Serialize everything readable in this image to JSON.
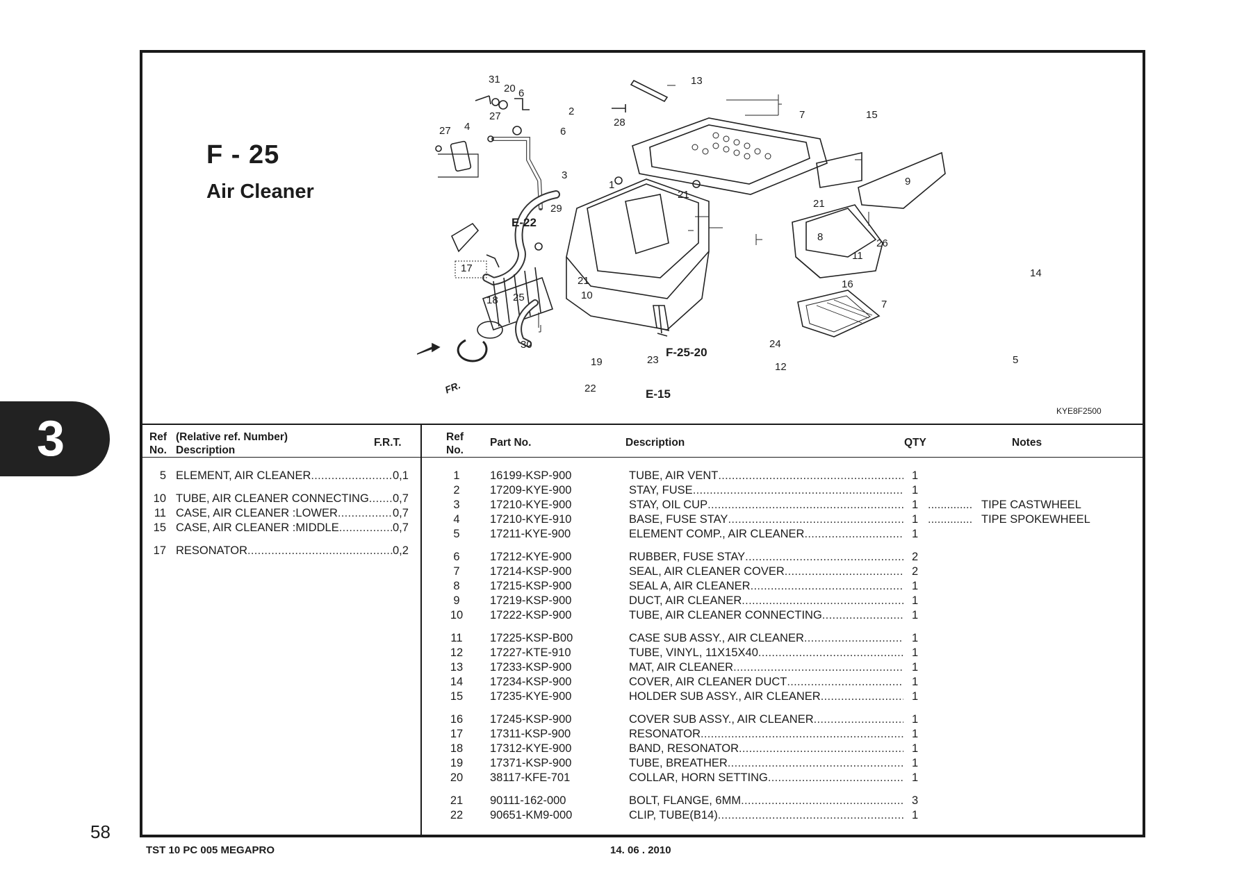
{
  "page": {
    "number": "58",
    "section_tab": "3",
    "footer_left": "TST 10 PC 005 MEGAPRO",
    "footer_date": "14. 06 . 2010"
  },
  "figure": {
    "code": "F - 25",
    "title": "Air Cleaner",
    "diagram_id": "KYE8F2500",
    "callouts": [
      "31",
      "20",
      "6",
      "2",
      "27",
      "4",
      "27",
      "6",
      "3",
      "28",
      "13",
      "7",
      "15",
      "1",
      "21",
      "21",
      "9",
      "29",
      "E-22",
      "8",
      "11",
      "26",
      "17",
      "21",
      "10",
      "16",
      "7",
      "14",
      "18",
      "25",
      "30",
      "F-25-20",
      "24",
      "19",
      "23",
      "12",
      "5",
      "22",
      "E-15",
      "FR."
    ]
  },
  "left_table": {
    "headers": {
      "ref_line1": "Ref",
      "ref_line2": "No.",
      "desc_line1": "(Relative ref. Number)",
      "desc_line2": "Description",
      "frt": "F.R.T."
    },
    "groups": [
      [
        {
          "ref": "5",
          "description": "ELEMENT, AIR CLEANER",
          "frt": "0,1"
        }
      ],
      [
        {
          "ref": "10",
          "description": "TUBE, AIR CLEANER CONNECTING",
          "frt": "0,7"
        },
        {
          "ref": "11",
          "description": "CASE, AIR CLEANER :LOWER",
          "frt": "0,7"
        },
        {
          "ref": "15",
          "description": "CASE, AIR CLEANER :MIDDLE",
          "frt": "0,7"
        }
      ],
      [
        {
          "ref": "17",
          "description": "RESONATOR",
          "frt": "0,2"
        }
      ]
    ]
  },
  "right_table": {
    "headers": {
      "ref_line1": "Ref",
      "ref_line2": "No.",
      "part_no": "Part No.",
      "description": "Description",
      "qty": "QTY",
      "notes": "Notes"
    },
    "groups": [
      [
        {
          "ref": "1",
          "part_no": "16199-KSP-900",
          "description": "TUBE, AIR VENT",
          "qty": "1",
          "notes": ""
        },
        {
          "ref": "2",
          "part_no": "17209-KYE-900",
          "description": "STAY, FUSE",
          "qty": "1",
          "notes": ""
        },
        {
          "ref": "3",
          "part_no": "17210-KYE-900",
          "description": "STAY, OIL CUP",
          "qty": "1",
          "notes": "TIPE CASTWHEEL"
        },
        {
          "ref": "4",
          "part_no": "17210-KYE-910",
          "description": "BASE, FUSE STAY",
          "qty": "1",
          "notes": "TIPE SPOKEWHEEL"
        },
        {
          "ref": "5",
          "part_no": "17211-KYE-900",
          "description": "ELEMENT COMP., AIR CLEANER",
          "qty": "1",
          "notes": ""
        }
      ],
      [
        {
          "ref": "6",
          "part_no": "17212-KYE-900",
          "description": "RUBBER, FUSE STAY",
          "qty": "2",
          "notes": ""
        },
        {
          "ref": "7",
          "part_no": "17214-KSP-900",
          "description": "SEAL, AIR CLEANER COVER",
          "qty": "2",
          "notes": ""
        },
        {
          "ref": "8",
          "part_no": "17215-KSP-900",
          "description": "SEAL A, AIR CLEANER",
          "qty": "1",
          "notes": ""
        },
        {
          "ref": "9",
          "part_no": "17219-KSP-900",
          "description": "DUCT, AIR CLEANER",
          "qty": "1",
          "notes": ""
        },
        {
          "ref": "10",
          "part_no": "17222-KSP-900",
          "description": "TUBE, AIR CLEANER CONNECTING",
          "qty": "1",
          "notes": ""
        }
      ],
      [
        {
          "ref": "11",
          "part_no": "17225-KSP-B00",
          "description": "CASE SUB ASSY., AIR CLEANER",
          "qty": "1",
          "notes": ""
        },
        {
          "ref": "12",
          "part_no": "17227-KTE-910",
          "description": "TUBE, VINYL, 11X15X40",
          "qty": "1",
          "notes": ""
        },
        {
          "ref": "13",
          "part_no": "17233-KSP-900",
          "description": "MAT, AIR CLEANER",
          "qty": "1",
          "notes": ""
        },
        {
          "ref": "14",
          "part_no": "17234-KSP-900",
          "description": "COVER, AIR CLEANER DUCT",
          "qty": "1",
          "notes": ""
        },
        {
          "ref": "15",
          "part_no": "17235-KYE-900",
          "description": "HOLDER SUB ASSY., AIR CLEANER",
          "qty": "1",
          "notes": ""
        }
      ],
      [
        {
          "ref": "16",
          "part_no": "17245-KSP-900",
          "description": "COVER SUB ASSY., AIR CLEANER",
          "qty": "1",
          "notes": ""
        },
        {
          "ref": "17",
          "part_no": "17311-KSP-900",
          "description": "RESONATOR",
          "qty": "1",
          "notes": ""
        },
        {
          "ref": "18",
          "part_no": "17312-KYE-900",
          "description": "BAND, RESONATOR",
          "qty": "1",
          "notes": ""
        },
        {
          "ref": "19",
          "part_no": "17371-KSP-900",
          "description": "TUBE, BREATHER",
          "qty": "1",
          "notes": ""
        },
        {
          "ref": "20",
          "part_no": "38117-KFE-701",
          "description": "COLLAR, HORN SETTING",
          "qty": "1",
          "notes": ""
        }
      ],
      [
        {
          "ref": "21",
          "part_no": "90111-162-000",
          "description": "BOLT, FLANGE, 6MM",
          "qty": "3",
          "notes": ""
        },
        {
          "ref": "22",
          "part_no": "90651-KM9-000",
          "description": "CLIP, TUBE(B14)",
          "qty": "1",
          "notes": ""
        }
      ]
    ]
  }
}
